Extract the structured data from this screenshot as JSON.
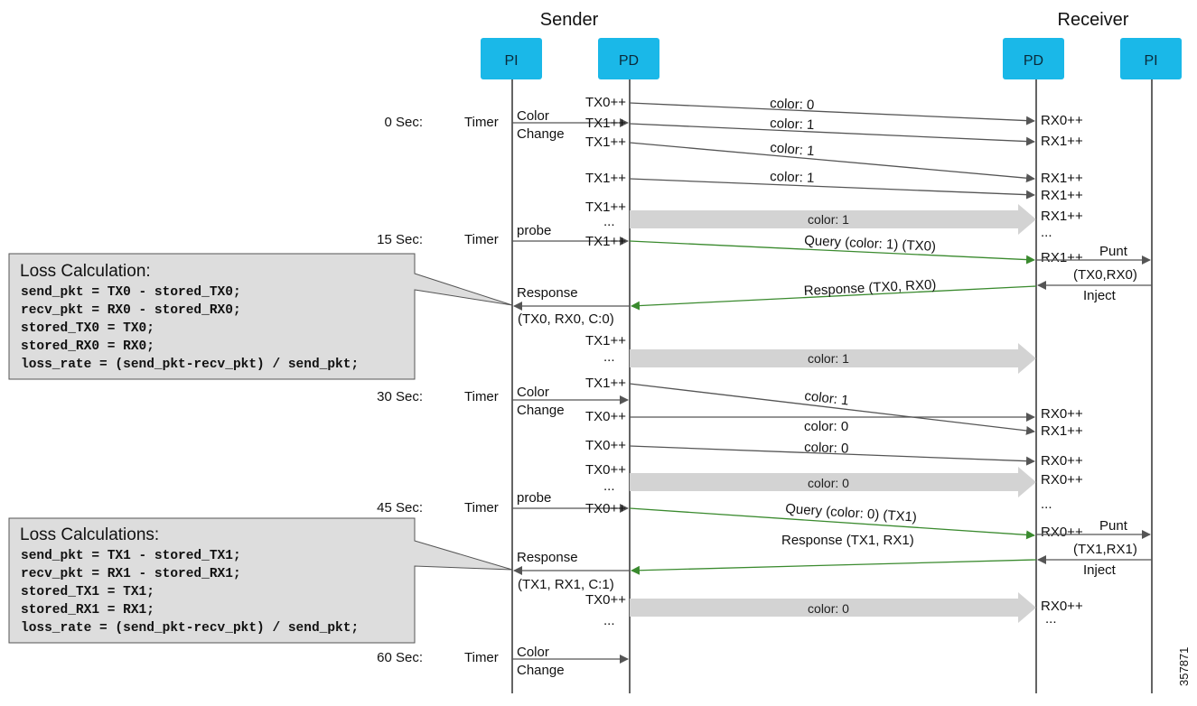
{
  "header": {
    "sender": "Sender",
    "receiver": "Receiver"
  },
  "lanes": {
    "sender_pi": "PI",
    "sender_pd": "PD",
    "receiver_pd": "PD",
    "receiver_pi": "PI"
  },
  "times": {
    "t0": "0 Sec:",
    "t15": "15 Sec:",
    "t30": "30 Sec:",
    "t45": "45 Sec:",
    "t60": "60 Sec:"
  },
  "timer": "Timer",
  "events": {
    "color": "Color",
    "change": "Change",
    "probe": "probe",
    "response": "Response",
    "punt": "Punt",
    "inject": "Inject"
  },
  "counters": {
    "tx0": "TX0++",
    "tx1": "TX1++",
    "rx0": "RX0++",
    "rx1": "RX1++",
    "dots": "...",
    "tx1_struck": "TX1++",
    "tx0_struck": "TX0++",
    "rx1_struck": "RX1++",
    "rx0_struck": "RX0++"
  },
  "messages": {
    "color0": "color: 0",
    "color1": "color: 1",
    "query1": "Query (color: 1) (TX0)",
    "query2": "Query (color: 0) (TX1)",
    "resp1": "Response (TX0, RX0)",
    "resp2": "Response (TX1, RX1)",
    "punt_data1": "(TX0,RX0)",
    "punt_data2": "(TX1,RX1)",
    "resp_data1": "(TX0, RX0, C:0)",
    "resp_data2": "(TX1, RX1, C:1)"
  },
  "loss1": {
    "title": "Loss Calculation:",
    "lines": [
      "send_pkt = TX0 - stored_TX0;",
      "recv_pkt = RX0 - stored_RX0;",
      "stored_TX0 = TX0;",
      "stored_RX0 = RX0;",
      "loss_rate = (send_pkt-recv_pkt) / send_pkt;"
    ]
  },
  "loss2": {
    "title": "Loss Calculations:",
    "lines": [
      "send_pkt = TX1 - stored_TX1;",
      "recv_pkt = RX1 - stored_RX1;",
      "stored_TX1 = TX1;",
      "stored_RX1 = RX1;",
      "loss_rate = (send_pkt-recv_pkt) / send_pkt;"
    ]
  },
  "figure_id": "357871",
  "colors": {
    "lane_box": "#1ab8e8",
    "query_green": "#3a8a2e",
    "band_grey": "#d3d3d3",
    "note_grey": "#dddddd",
    "line": "#555555"
  }
}
